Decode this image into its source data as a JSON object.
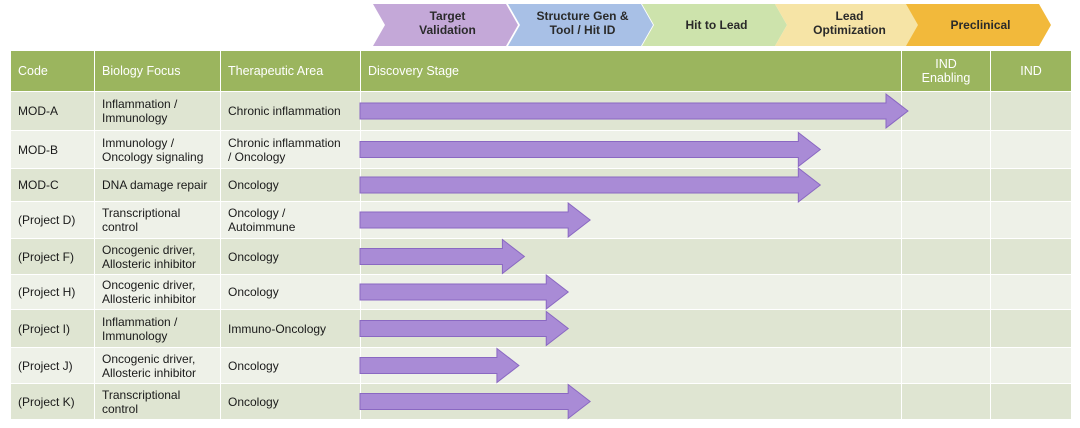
{
  "stages": [
    {
      "label": [
        "Target",
        "Validation"
      ],
      "color": "#c4a8d8"
    },
    {
      "label": [
        "Structure Gen &",
        "Tool / Hit ID"
      ],
      "color": "#a8c0e6"
    },
    {
      "label": [
        "Hit to Lead"
      ],
      "color": "#cde3ac"
    },
    {
      "label": [
        "Lead",
        "Optimization"
      ],
      "color": "#f6e4a6"
    },
    {
      "label": [
        "Preclinical"
      ],
      "color": "#f2b93b"
    }
  ],
  "headers": {
    "code": "Code",
    "biology": "Biology Focus",
    "area": "Therapeutic Area",
    "stage": "Discovery Stage",
    "ind_enabling": "IND Enabling",
    "ind": "IND"
  },
  "colors": {
    "header_bg": "#9bb55e",
    "row_odd": "#dfe5d2",
    "row_even": "#eef1e8",
    "arrow_fill": "#a98bd6",
    "arrow_stroke": "#8a68c2"
  },
  "chart_data": {
    "type": "bar",
    "orientation": "horizontal",
    "stage_scale": [
      "Target Validation",
      "Structure Gen & Tool / Hit ID",
      "Hit to Lead",
      "Lead Optimization",
      "Preclinical"
    ],
    "xlim": [
      0,
      5
    ],
    "rows": [
      {
        "code": "MOD-A",
        "biology": [
          "Inflammation /",
          "Immunology"
        ],
        "area": [
          "Chronic inflammation"
        ],
        "progress": 5.0
      },
      {
        "code": "MOD-B",
        "biology": [
          "Immunology /",
          "Oncology signaling"
        ],
        "area": [
          "Chronic inflammation",
          "/ Oncology"
        ],
        "progress": 4.2
      },
      {
        "code": "MOD-C",
        "biology": [
          "DNA damage repair"
        ],
        "area": [
          "Oncology"
        ],
        "progress": 4.2
      },
      {
        "code": "(Project D)",
        "biology": [
          "Transcriptional",
          "control"
        ],
        "area": [
          "Oncology /",
          "Autoimmune"
        ],
        "progress": 2.1
      },
      {
        "code": "(Project F)",
        "biology": [
          "Oncogenic driver,",
          "Allosteric inhibitor"
        ],
        "area": [
          "Oncology"
        ],
        "progress": 1.5
      },
      {
        "code": "(Project H)",
        "biology": [
          "Oncogenic driver,",
          "Allosteric inhibitor"
        ],
        "area": [
          "Oncology"
        ],
        "progress": 1.9
      },
      {
        "code": "(Project I)",
        "biology": [
          "Inflammation /",
          "Immunology"
        ],
        "area": [
          "Immuno-Oncology"
        ],
        "progress": 1.9
      },
      {
        "code": "(Project J)",
        "biology": [
          "Oncogenic driver,",
          "Allosteric inhibitor"
        ],
        "area": [
          "Oncology"
        ],
        "progress": 1.45
      },
      {
        "code": "(Project K)",
        "biology": [
          "Transcriptional",
          "control"
        ],
        "area": [
          "Oncology"
        ],
        "progress": 2.1
      }
    ]
  }
}
